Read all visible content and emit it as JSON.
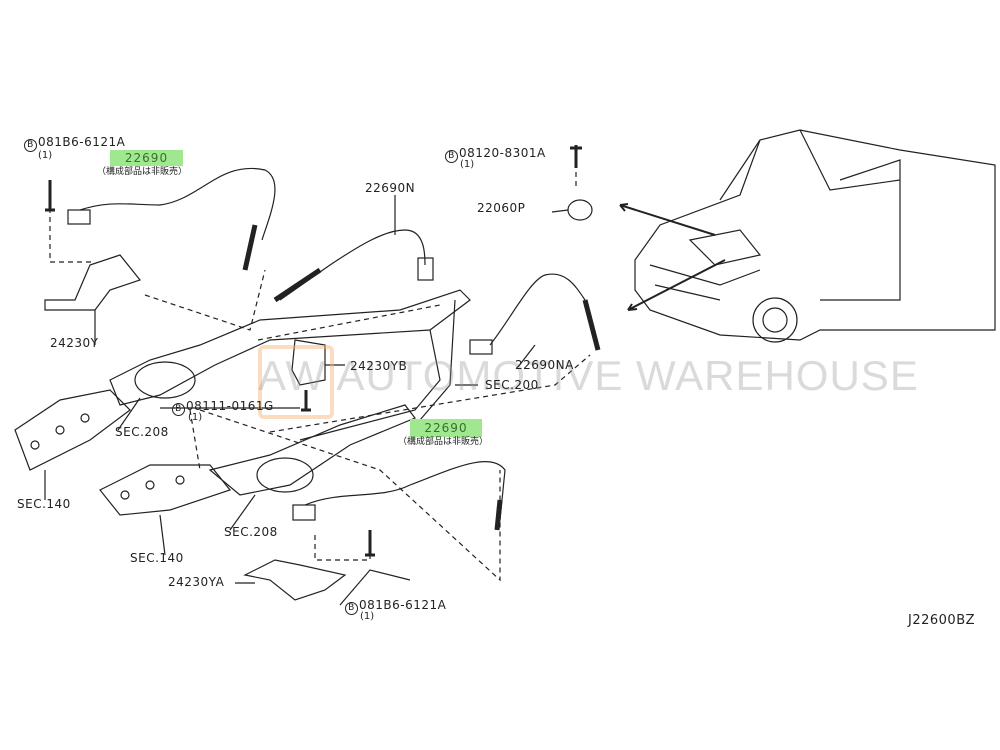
{
  "diagram": {
    "code": "J22600BZ",
    "watermark": "AW AUTOMOTIVE WAREHOUSE",
    "not_sold_note": "（構成部品は非販売）",
    "bolt_marker": "B",
    "labels": {
      "bolt_top_left": "081B6-6121A",
      "bolt_top_left_qty": "(1)",
      "sensor_front_left": "22690",
      "sensor_n": "22690N",
      "bolt_knock": "08120-8301A",
      "bolt_knock_qty": "(1)",
      "knock_sensor": "22060P",
      "bracket_y": "24230Y",
      "bracket_yb": "24230YB",
      "sensor_na": "22690NA",
      "sec_200": "SEC.200",
      "bolt_mid": "08111-0161G",
      "bolt_mid_qty": "(1)",
      "sec_208_upper": "SEC.208",
      "sensor_front_right": "22690",
      "sec_140_upper": "SEC.140",
      "sec_208_lower": "SEC.208",
      "sec_140_lower": "SEC.140",
      "bracket_ya": "24230YA",
      "bolt_bottom": "081B6-6121A",
      "bolt_bottom_qty": "(1)"
    }
  }
}
